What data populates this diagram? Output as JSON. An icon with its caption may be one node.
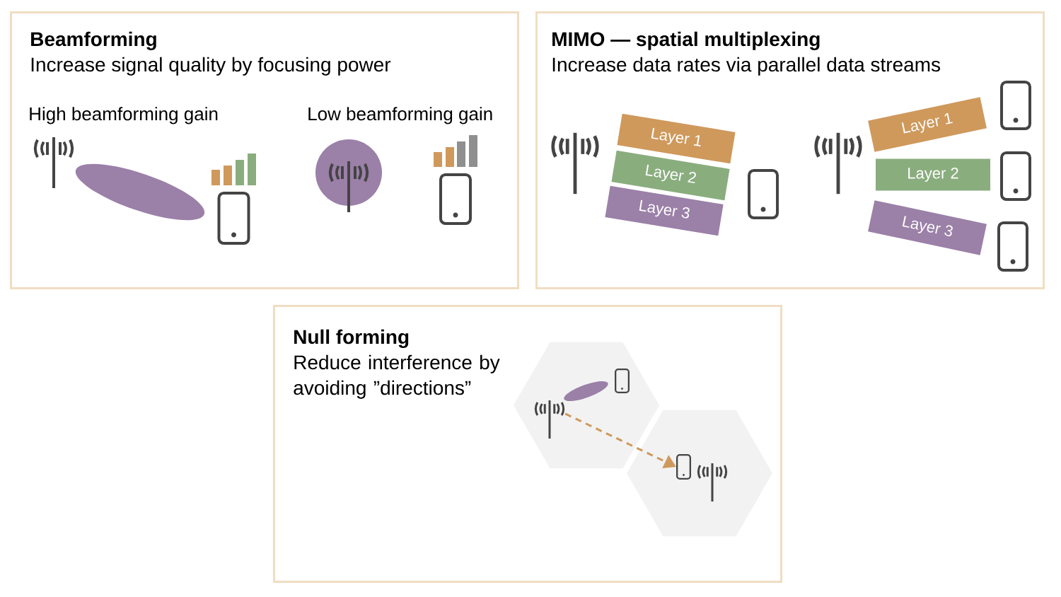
{
  "diagram": {
    "nodes": [
      {
        "text": [
          "Beamforming",
          "Increase signal quality by focusing power"
        ]
      },
      {
        "text": [],
        "shape": "ellipse",
        "in": 0
      },
      {
        "text": [
          "MIMO — spatial multiplexing",
          "Increase data rates via parallel data streams"
        ]
      },
      {
        "text": [
          "Layer 1"
        ],
        "in": 2
      },
      {
        "text": [
          "Layer 2"
        ],
        "in": 2
      },
      {
        "text": [
          "Layer 3"
        ],
        "in": 2
      },
      {
        "text": [
          "Layer 1"
        ],
        "in": 2
      },
      {
        "text": [
          "Layer 2"
        ],
        "in": 2
      },
      {
        "text": [
          "Layer 3"
        ],
        "in": 2
      },
      {
        "text": [
          "Null forming",
          "Reduce interference by avoiding ”directions”"
        ]
      },
      {
        "text": [],
        "shape": "picture",
        "in": 9
      },
      {
        "text": [],
        "shape": "picture",
        "in": 9
      }
    ],
    "edges": [
      {
        "from": 10,
        "to": 11,
        "arrow": "to",
        "style": "dashed",
        "color": "#cf995c"
      }
    ],
    "labels": [
      "High beamforming gain",
      "Low beamforming gain"
    ]
  }
}
